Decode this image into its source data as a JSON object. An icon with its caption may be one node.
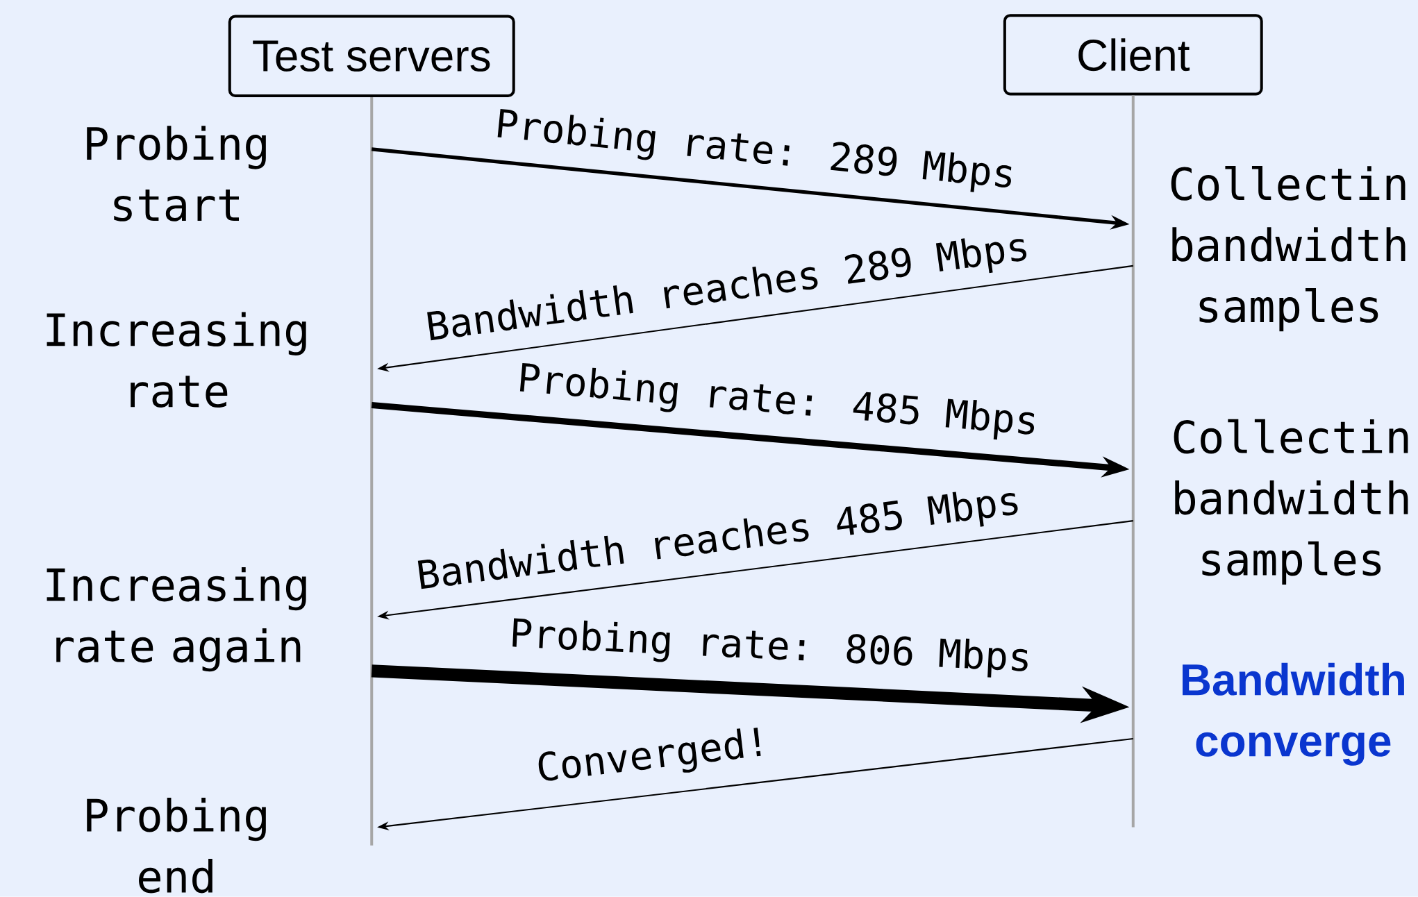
{
  "diagram": {
    "nodes": [
      {
        "text": [
          "Test servers"
        ]
      },
      {
        "text": [
          "Client"
        ]
      }
    ],
    "edges": [
      {
        "from": 0,
        "to": 1,
        "arrow": "to",
        "label": "Probing rate: 289 Mbps",
        "style": "thick"
      },
      {
        "from": 1,
        "to": 0,
        "arrow": "to",
        "label": "Bandwidth reaches 289 Mbps"
      },
      {
        "from": 0,
        "to": 1,
        "arrow": "to",
        "label": "Probing rate: 485 Mbps",
        "style": "thick"
      },
      {
        "from": 1,
        "to": 0,
        "arrow": "to",
        "label": "Bandwidth reaches 485 Mbps"
      },
      {
        "from": 0,
        "to": 1,
        "arrow": "to",
        "label": "Probing rate: 806 Mbps",
        "style": "thick"
      },
      {
        "from": 1,
        "to": 0,
        "arrow": "to",
        "label": "Converged!"
      }
    ],
    "labels": [
      "Probing start",
      "Collectin bandwidth samples",
      "Increasing rate",
      "Collectin bandwidth samples",
      "Increasing rate again",
      "Bandwidth converge",
      "Probing end"
    ]
  }
}
